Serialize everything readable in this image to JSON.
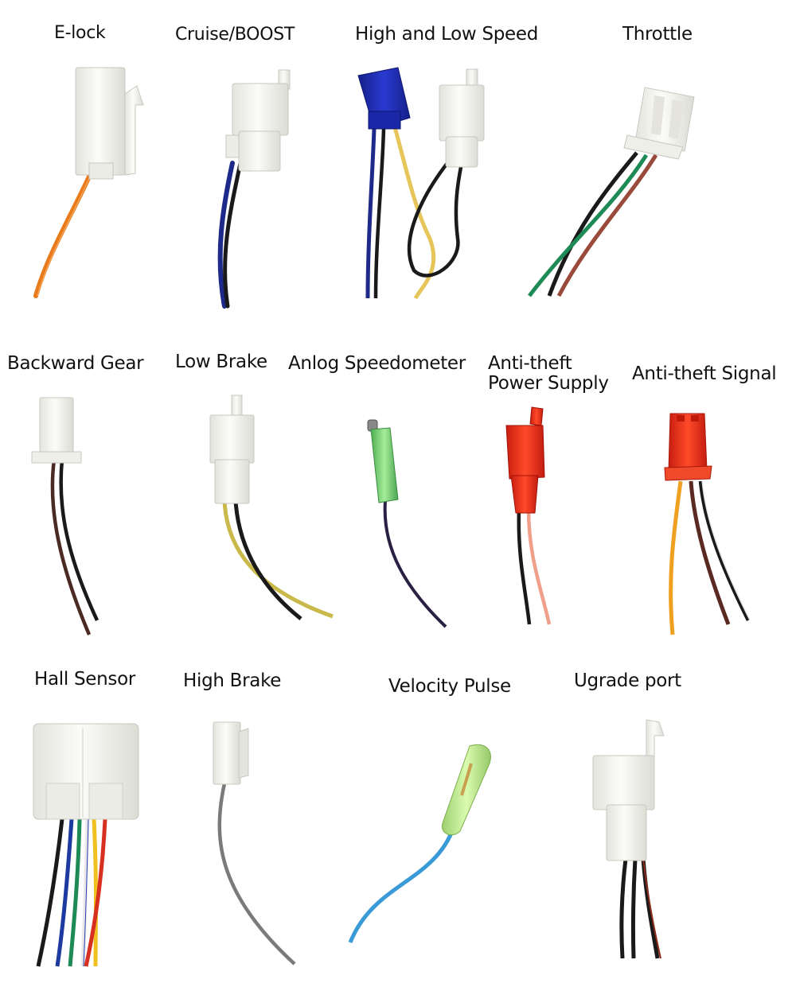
{
  "connectors": [
    {
      "id": "e-lock",
      "label": "E-lock",
      "wires": [
        "#e87a1c"
      ],
      "housing": "#f6f6f2"
    },
    {
      "id": "cruise-boost",
      "label": "Cruise/BOOST",
      "wires": [
        "#1d2a8a",
        "#1a1a1a"
      ],
      "housing": "#f6f6f2"
    },
    {
      "id": "high-low-speed",
      "label": "High and Low Speed",
      "wires": [
        "#1d2a8a",
        "#1a1a1a",
        "#e6c55a"
      ],
      "housing": "#1f2fb0"
    },
    {
      "id": "throttle",
      "label": "Throttle",
      "wires": [
        "#1a1a1a",
        "#1e8a55",
        "#9a4a3a"
      ],
      "housing": "#f6f6f2"
    },
    {
      "id": "backward-gear",
      "label": "Backward Gear",
      "wires": [
        "#4a2a22",
        "#1a1a1a"
      ],
      "housing": "#f6f6f2"
    },
    {
      "id": "low-brake",
      "label": "Low Brake",
      "wires": [
        "#c9b94a",
        "#1a1a1a"
      ],
      "housing": "#f6f6f2"
    },
    {
      "id": "analog-speedometer",
      "label": "Anlog Speedometer",
      "wires": [
        "#2a2044"
      ],
      "housing": "#7fd07a"
    },
    {
      "id": "anti-theft-power",
      "label_line1": "Anti-theft",
      "label_line2": "Power Supply",
      "wires": [
        "#1a1a1a",
        "#f0a08a"
      ],
      "housing": "#ee2f1a"
    },
    {
      "id": "anti-theft-signal",
      "label": "Anti-theft Signal",
      "wires": [
        "#f0a020",
        "#5a2a22",
        "#1a1a1a"
      ],
      "housing": "#ee3a20"
    },
    {
      "id": "hall-sensor",
      "label": "Hall Sensor",
      "wires": [
        "#1a1a1a",
        "#1d3aa0",
        "#1e8a55",
        "#eeeeee",
        "#f0c020",
        "#d83020"
      ],
      "housing": "#f6f6f2"
    },
    {
      "id": "high-brake",
      "label": "High Brake",
      "wires": [
        "#7a7a7a"
      ],
      "housing": "#f6f6f2"
    },
    {
      "id": "velocity-pulse",
      "label": "Velocity Pulse",
      "wires": [
        "#3a9ad8"
      ],
      "housing": "#b8ec8a"
    },
    {
      "id": "upgrade-port",
      "label": "Ugrade port",
      "wires": [
        "#1a1a1a",
        "#1a1a1a",
        "#8a2a1a"
      ],
      "housing": "#f6f6f2"
    }
  ]
}
